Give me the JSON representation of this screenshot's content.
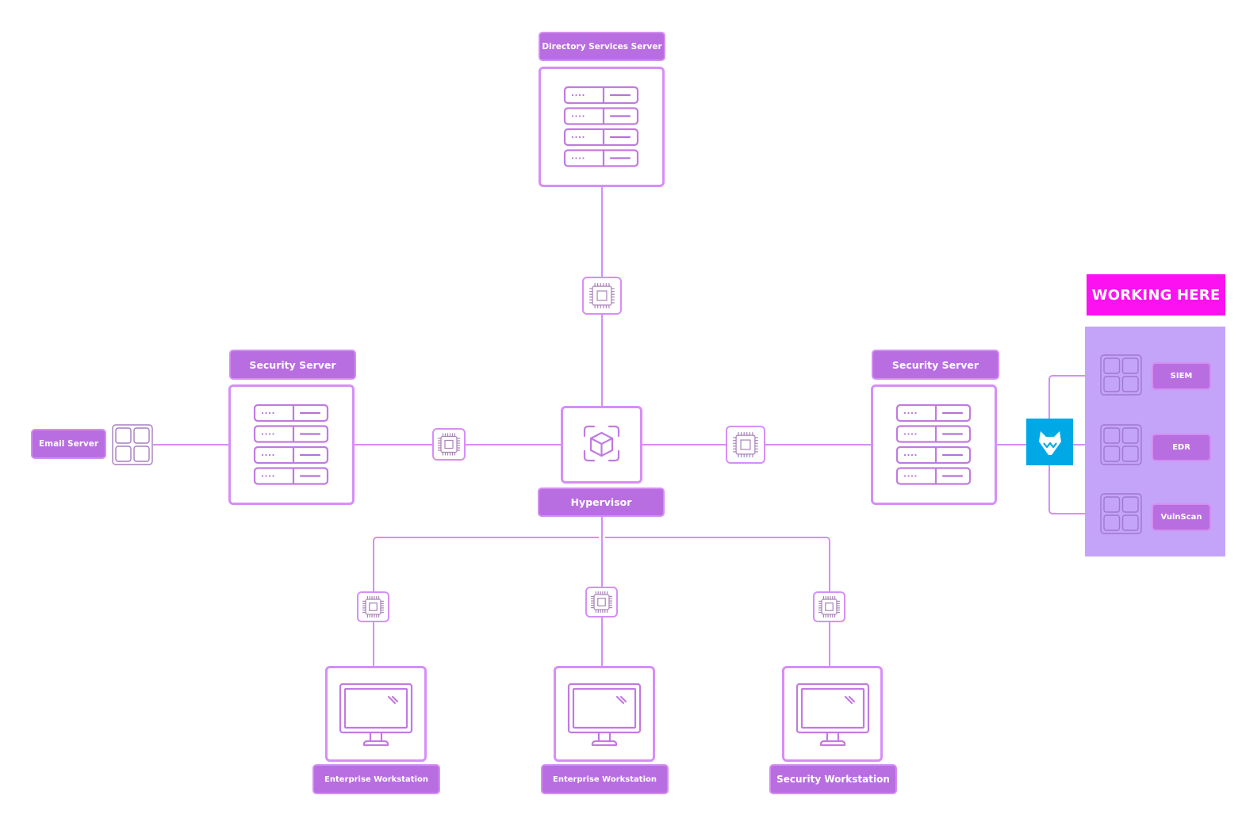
{
  "diagram": {
    "nodes": {
      "directory_server": {
        "label": "Directory Services Server",
        "type": "server"
      },
      "hypervisor": {
        "label": "Hypervisor",
        "type": "hypervisor"
      },
      "security_server_left": {
        "label": "Security Server",
        "type": "server"
      },
      "security_server_right": {
        "label": "Security Server",
        "type": "server"
      },
      "email_server": {
        "label": "Email Server",
        "type": "app-grid"
      },
      "workstation_1": {
        "label": "Enterprise Workstation",
        "type": "workstation"
      },
      "workstation_2": {
        "label": "Enterprise Workstation",
        "type": "workstation"
      },
      "workstation_3": {
        "label": "Security Workstation",
        "type": "workstation"
      }
    },
    "switch_icon": "cpu-chip-icon",
    "firewall_icon": "wolf-fox-icon",
    "working_area": {
      "banner": "WORKING HERE",
      "tools": [
        {
          "label": "SIEM",
          "icon": "app-grid-icon"
        },
        {
          "label": "EDR",
          "icon": "app-grid-icon"
        },
        {
          "label": "VulnScan",
          "icon": "app-grid-icon"
        }
      ]
    },
    "colors": {
      "accent": "#b86ee0",
      "line": "#d68ef8",
      "banner": "#fc12f0",
      "panel": "#c4a4f8",
      "firewall": "#00a9e6"
    }
  }
}
